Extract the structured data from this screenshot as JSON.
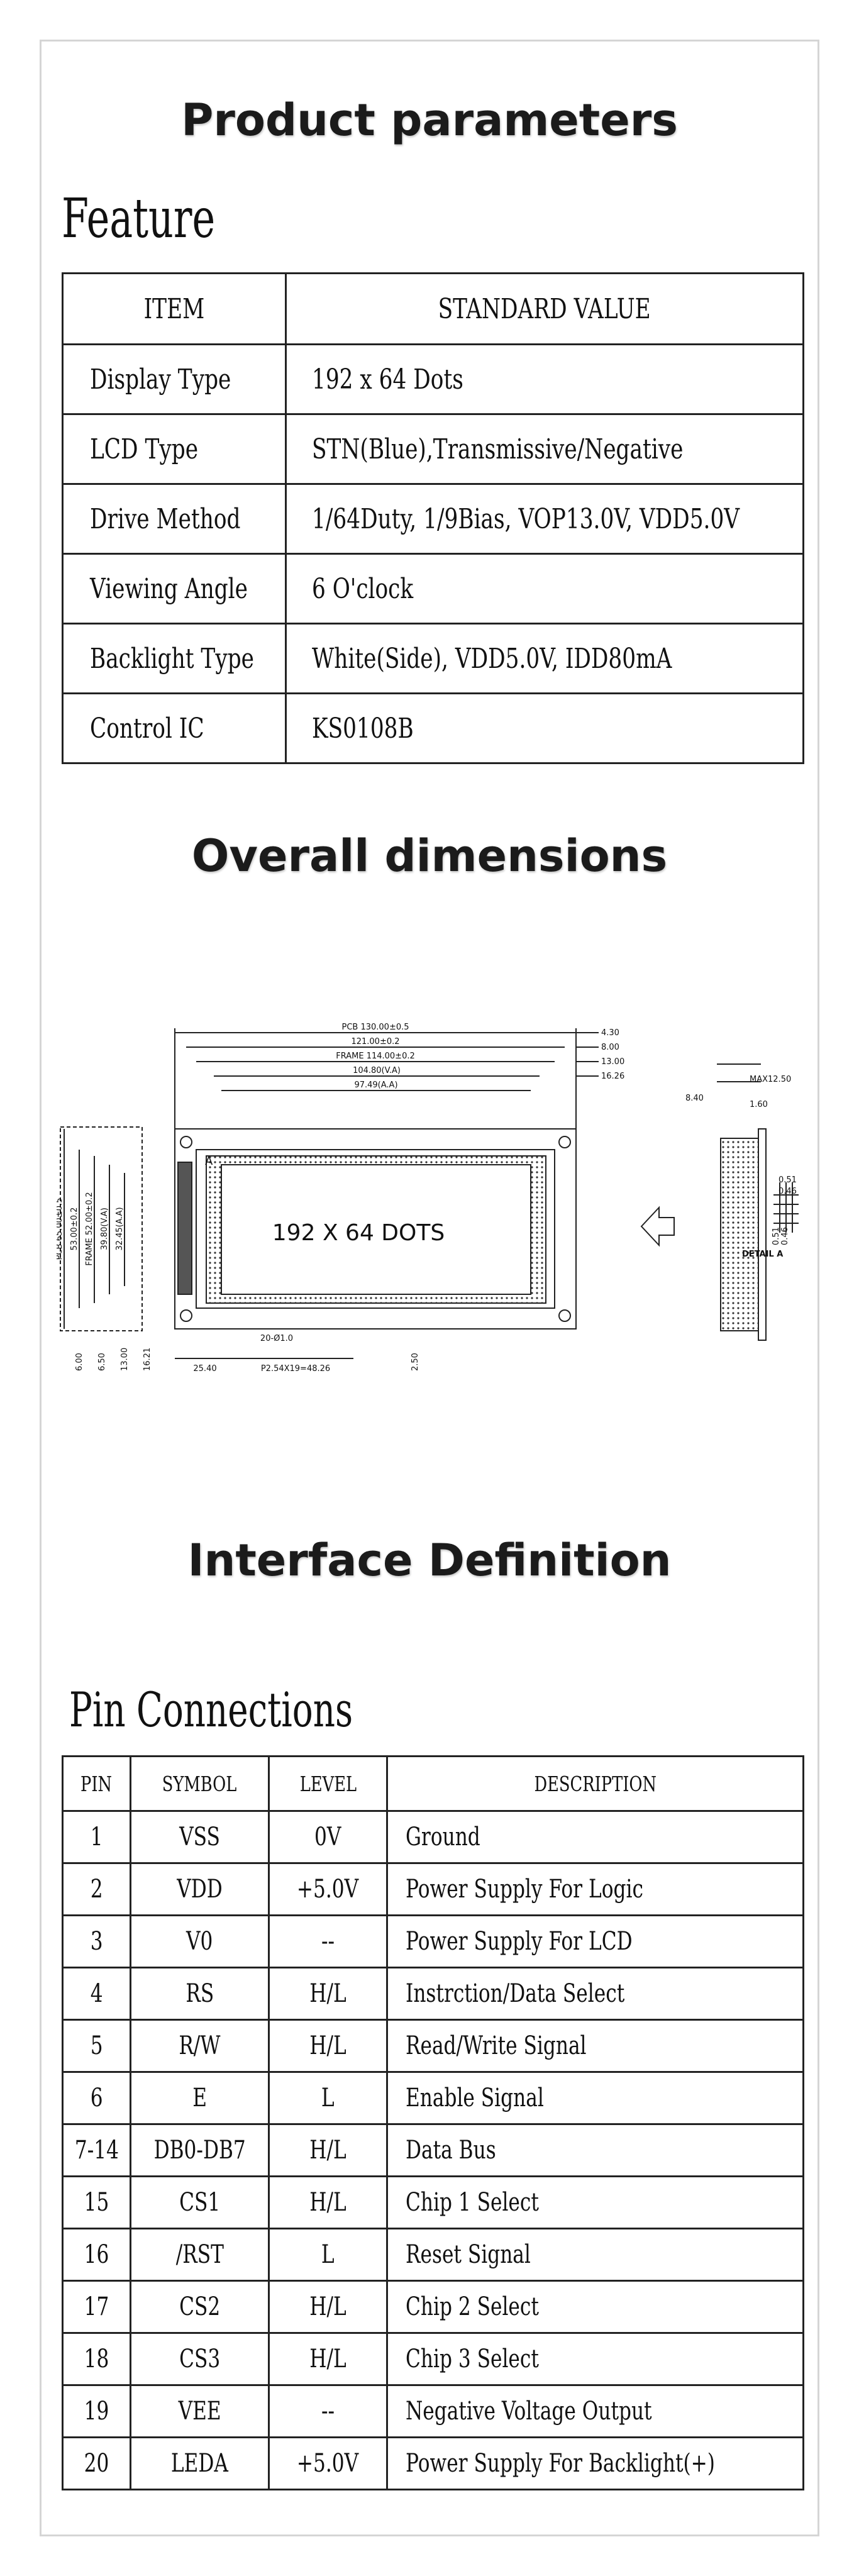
{
  "headings": {
    "product_parameters": "Product parameters",
    "feature": "Feature",
    "overall_dimensions": "Overall dimensions",
    "interface_definition": "Interface Definition",
    "pin_connections": "Pin Connections"
  },
  "feature_table": {
    "headers": [
      "ITEM",
      "STANDARD VALUE"
    ],
    "rows": [
      {
        "item": "Display Type",
        "value": "192 x 64 Dots"
      },
      {
        "item": "LCD Type",
        "value": "STN(Blue),Transmissive/Negative"
      },
      {
        "item": "Drive Method",
        "value": "1/64Duty, 1/9Bias, VOP13.0V, VDD5.0V"
      },
      {
        "item": "Viewing Angle",
        "value": "6 O'clock"
      },
      {
        "item": "Backlight Type",
        "value": "White(Side), VDD5.0V, IDD80mA"
      },
      {
        "item": "Control IC",
        "value": "KS0108B"
      }
    ]
  },
  "drawing": {
    "display_text": "192 X 64 DOTS",
    "detail_label": "DETAIL A",
    "detail_marker": "A",
    "dims_top": [
      "PCB 130.00±0.5",
      "121.00±0.2",
      "FRAME 114.00±0.2",
      "104.80(V.A)",
      "97.49(A.A)"
    ],
    "dims_right": [
      "4.30",
      "8.00",
      "13.00",
      "16.26"
    ],
    "dims_left": [
      "PCB 65.00±0.5",
      "53.00±0.2",
      "FRAME 52.00±0.2",
      "39.80(V.A)",
      "32.45(A.A)"
    ],
    "dims_bottom_left": [
      "6.00",
      "6.50",
      "13.00",
      "16.21"
    ],
    "dims_bottom": [
      "25.40",
      "P2.54X19=48.26",
      "20-Ø1.0",
      "2.50"
    ],
    "side_dims": [
      "8.40",
      "MAX12.50",
      "1.60"
    ],
    "detail_dims": [
      "0.51",
      "0.46",
      "0.51",
      "0.46"
    ]
  },
  "pin_table": {
    "headers": [
      "PIN",
      "SYMBOL",
      "LEVEL",
      "DESCRIPTION"
    ],
    "rows": [
      {
        "pin": "1",
        "symbol": "VSS",
        "level": "0V",
        "desc": "Ground"
      },
      {
        "pin": "2",
        "symbol": "VDD",
        "level": "+5.0V",
        "desc": "Power Supply For Logic"
      },
      {
        "pin": "3",
        "symbol": "V0",
        "level": "--",
        "desc": "Power Supply For LCD"
      },
      {
        "pin": "4",
        "symbol": "RS",
        "level": "H/L",
        "desc": "Instrction/Data Select"
      },
      {
        "pin": "5",
        "symbol": "R/W",
        "level": "H/L",
        "desc": "Read/Write Signal"
      },
      {
        "pin": "6",
        "symbol": "E",
        "level": "L",
        "desc": "Enable Signal"
      },
      {
        "pin": "7-14",
        "symbol": "DB0-DB7",
        "level": "H/L",
        "desc": "Data Bus"
      },
      {
        "pin": "15",
        "symbol": "CS1",
        "level": "H/L",
        "desc": "Chip 1 Select"
      },
      {
        "pin": "16",
        "symbol": "/RST",
        "level": "L",
        "desc": "Reset Signal"
      },
      {
        "pin": "17",
        "symbol": "CS2",
        "level": "H/L",
        "desc": "Chip 2 Select"
      },
      {
        "pin": "18",
        "symbol": "CS3",
        "level": "H/L",
        "desc": "Chip 3 Select"
      },
      {
        "pin": "19",
        "symbol": "VEE",
        "level": "--",
        "desc": "Negative Voltage Output"
      },
      {
        "pin": "20",
        "symbol": "LEDA",
        "level": "+5.0V",
        "desc": "Power Supply For Backlight(+)"
      }
    ]
  }
}
